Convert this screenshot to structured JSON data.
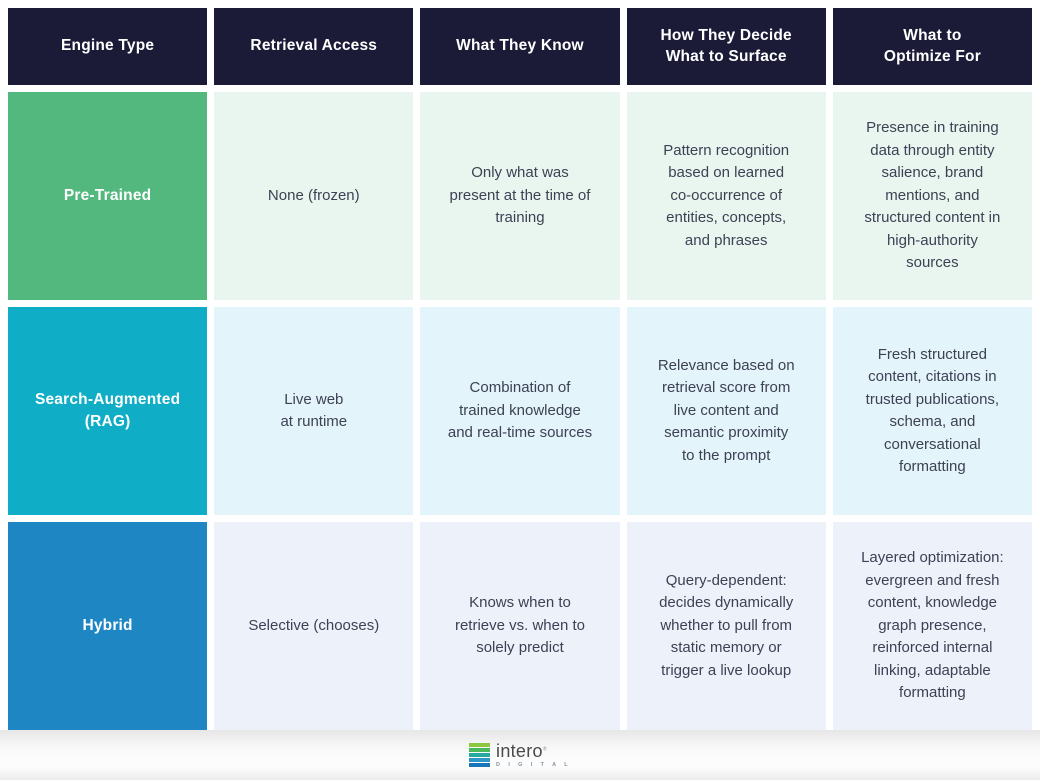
{
  "colors": {
    "header_bg": "#1b1b38",
    "header_text": "#ffffff",
    "body_text": "#3d4154"
  },
  "header": {
    "columns": [
      "Engine Type",
      "Retrieval Access",
      "What They Know",
      "How They Decide\nWhat to Surface",
      "What to\nOptimize For"
    ]
  },
  "rows": [
    {
      "label": "Pre-Trained",
      "label_bg": "#52b87e",
      "tint_bg": "#e9f6ef",
      "cells": {
        "retrieval_access": "None (frozen)",
        "what_they_know": "Only what was\npresent at the time of\ntraining",
        "how_they_decide": "Pattern recognition\nbased on learned\nco-occurrence of\nentities, concepts,\nand phrases",
        "optimize_for": "Presence in training\ndata through entity\nsalience, brand\nmentions, and\nstructured content in\nhigh-authority\nsources"
      }
    },
    {
      "label": "Search-Augmented\n(RAG)",
      "label_bg": "#0fadc6",
      "tint_bg": "#e3f4fa",
      "cells": {
        "retrieval_access": "Live web\nat runtime",
        "what_they_know": "Combination of\ntrained knowledge\nand real-time sources",
        "how_they_decide": "Relevance based on\nretrieval score from\nlive content and\nsemantic proximity\nto the prompt",
        "optimize_for": "Fresh structured\ncontent, citations in\ntrusted publications,\nschema, and\nconversational\nformatting"
      }
    },
    {
      "label": "Hybrid",
      "label_bg": "#1f86c4",
      "tint_bg": "#edf1fa",
      "cells": {
        "retrieval_access": "Selective (chooses)",
        "what_they_know": "Knows when to\nretrieve vs. when to\nsolely predict",
        "how_they_decide": "Query-dependent:\ndecides dynamically\nwhether to pull from\nstatic memory or\ntrigger a live lookup",
        "optimize_for": "Layered optimization:\nevergreen and fresh\ncontent, knowledge\ngraph presence,\nreinforced internal\nlinking, adaptable\nformatting"
      }
    }
  ],
  "footer": {
    "logo": {
      "word": "intero",
      "reg": "®",
      "sub": "D I G I T A L",
      "bar_colors": [
        "#8dc63f",
        "#4cb85c",
        "#27a99e",
        "#2e96c7",
        "#1b75bb"
      ]
    }
  }
}
